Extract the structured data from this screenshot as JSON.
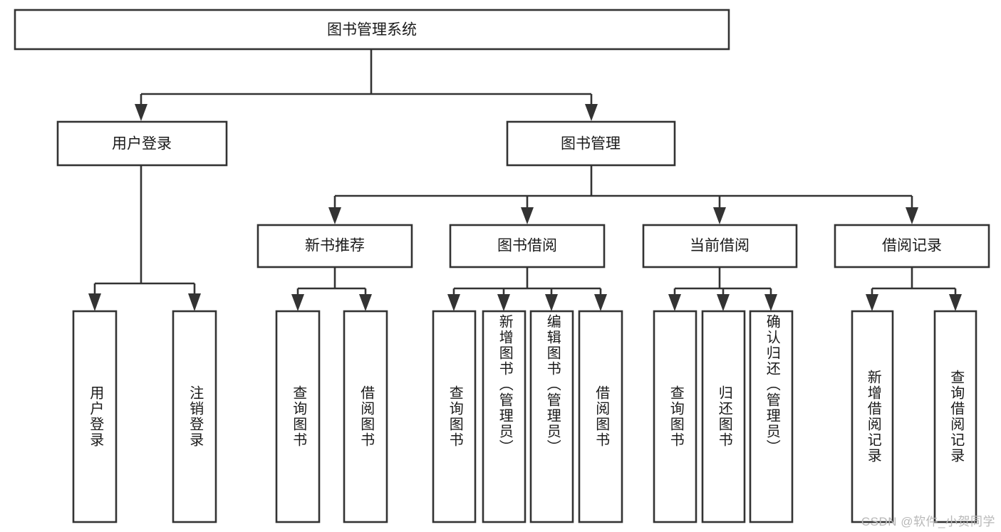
{
  "diagram": {
    "type": "tree",
    "title": "图书管理系统",
    "orientation": "top-down",
    "colors": {
      "box_stroke": "#333333",
      "box_fill": "#ffffff",
      "text": "#1a1a1a",
      "background": "#ffffff",
      "watermark": "#b8b8b8"
    },
    "watermark": "CSDN @软件_小贺同学"
  },
  "nodes": {
    "root": {
      "label": "图书管理系统"
    },
    "level2": [
      {
        "label": "用户登录"
      },
      {
        "label": "图书管理"
      }
    ],
    "level3": [
      {
        "label": "新书推荐"
      },
      {
        "label": "图书借阅"
      },
      {
        "label": "当前借阅"
      },
      {
        "label": "借阅记录"
      }
    ],
    "leaves": {
      "user_login": [
        {
          "label": "用户登录"
        },
        {
          "label": "注销登录"
        }
      ],
      "new_book_recommend": [
        {
          "label": "查询图书"
        },
        {
          "label": "借阅图书"
        }
      ],
      "book_borrow": [
        {
          "label": "查询图书"
        },
        {
          "label": "新增图书（管理员）"
        },
        {
          "label": "编辑图书（管理员）"
        },
        {
          "label": "借阅图书"
        }
      ],
      "current_borrow": [
        {
          "label": "查询图书"
        },
        {
          "label": "归还图书"
        },
        {
          "label": "确认归还（管理员）"
        }
      ],
      "borrow_record": [
        {
          "label": "新增借阅记录"
        },
        {
          "label": "查询借阅记录"
        }
      ]
    }
  }
}
